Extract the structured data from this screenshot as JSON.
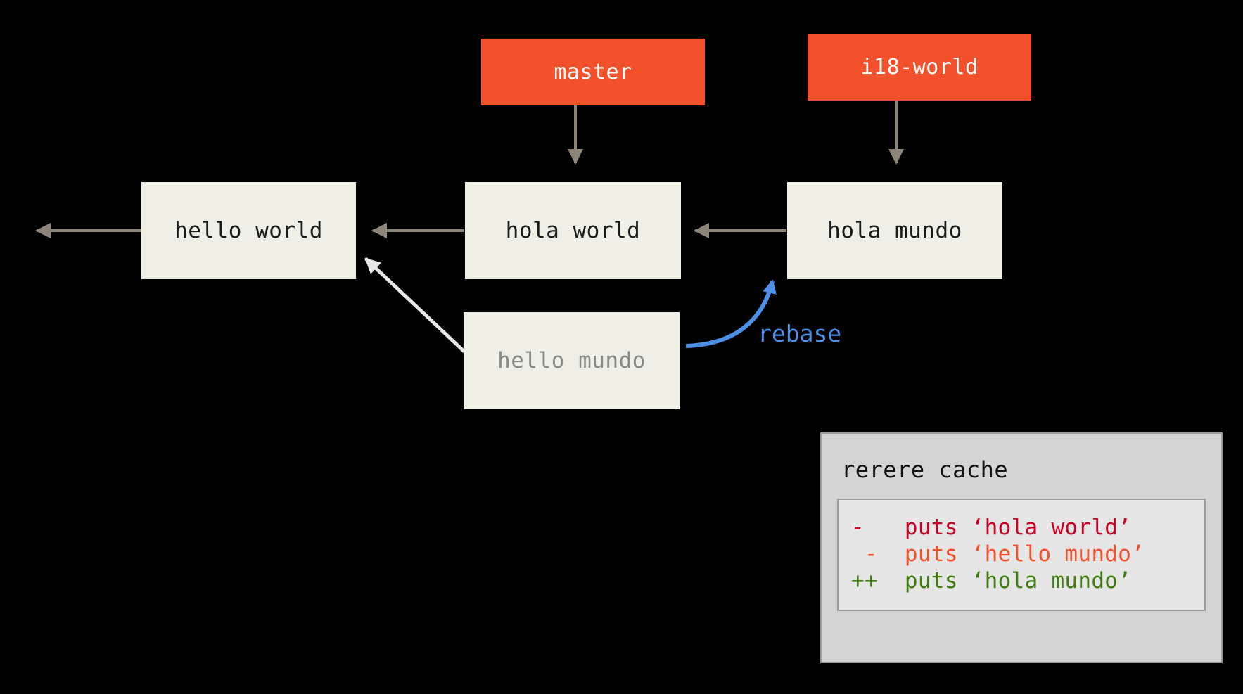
{
  "diagram": {
    "title": "git rerere rebase diagram",
    "background": "#000000",
    "branches": [
      {
        "name": "master-branch-label",
        "label": "master",
        "color": "#f2512c",
        "text_color": "#ffffff"
      },
      {
        "name": "i18-world-branch-label",
        "label": "i18-world",
        "color": "#f2512c",
        "text_color": "#ffffff"
      }
    ],
    "commits": [
      {
        "name": "commit-hello-world",
        "label": "hello world",
        "fill": "#f0efe6",
        "text_color": "#1a1a1a",
        "dimmed": false
      },
      {
        "name": "commit-hola-world",
        "label": "hola world",
        "fill": "#f0efe6",
        "text_color": "#1a1a1a",
        "dimmed": false
      },
      {
        "name": "commit-hola-mundo",
        "label": "hola mundo",
        "fill": "#f0efe6",
        "text_color": "#1a1a1a",
        "dimmed": false
      },
      {
        "name": "commit-hello-mundo",
        "label": "hello mundo",
        "fill": "#f0efe6",
        "text_color": "#8a8a86",
        "dimmed": true
      }
    ],
    "annotations": {
      "rebase_label": "rebase",
      "rebase_color": "#4d90e8"
    },
    "edge_colors": {
      "parent_arrow": "#8d8578",
      "orphan_arrow": "#e8e8e8",
      "branch_pointer": "#8d8578",
      "rebase_arrow": "#4d90e8"
    }
  },
  "rerere": {
    "title": "rerere cache",
    "panel_fill": "#d4d4d4",
    "panel_border": "#9d9d9d",
    "code_fill": "#e6e6e6",
    "lines": [
      {
        "marker": "-",
        "text": "-   puts ‘hola world’",
        "color": "#cc0022"
      },
      {
        "marker": "-",
        "text": " -  puts ‘hello mundo’",
        "color": "#f4502a"
      },
      {
        "marker": "++",
        "text": "++  puts ‘hola mundo’",
        "color": "#3f7d12"
      }
    ]
  }
}
